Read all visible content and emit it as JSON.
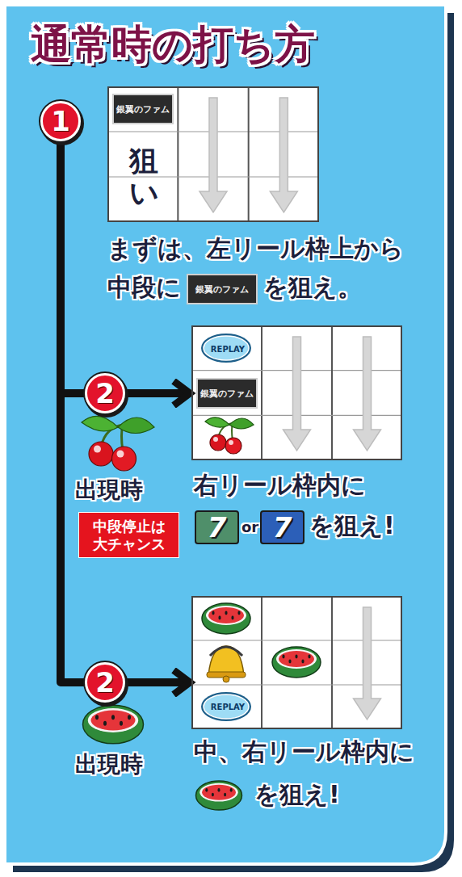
{
  "diagram": {
    "title": "通常時の打ち方",
    "nodes": [
      {
        "text": [
          "1"
        ]
      },
      {
        "text": [
          "銀翼のファム",
          "狙い"
        ]
      },
      {
        "text": [
          "2"
        ]
      },
      {
        "text": [
          "REPLAY",
          "銀翼のファム"
        ]
      },
      {
        "text": [
          "中段停止は大チャンス"
        ]
      },
      {
        "text": [
          "2"
        ]
      },
      {
        "text": [
          "REPLAY"
        ]
      }
    ],
    "edges": [
      {
        "from": 0,
        "to": 2,
        "arrow": "none"
      },
      {
        "from": 2,
        "to": 3,
        "arrow": "to"
      },
      {
        "from": 0,
        "to": 5,
        "arrow": "none"
      },
      {
        "from": 5,
        "to": 6,
        "arrow": "to"
      }
    ],
    "labels": [
      "まずは、左リール枠上から",
      "中段に",
      "銀翼のファム",
      "を狙え。",
      "出現時",
      "右リール枠内に",
      "7",
      "or",
      "7",
      "を狙え!",
      "出現時",
      "中、右リール枠内に",
      "を狙え!"
    ]
  }
}
